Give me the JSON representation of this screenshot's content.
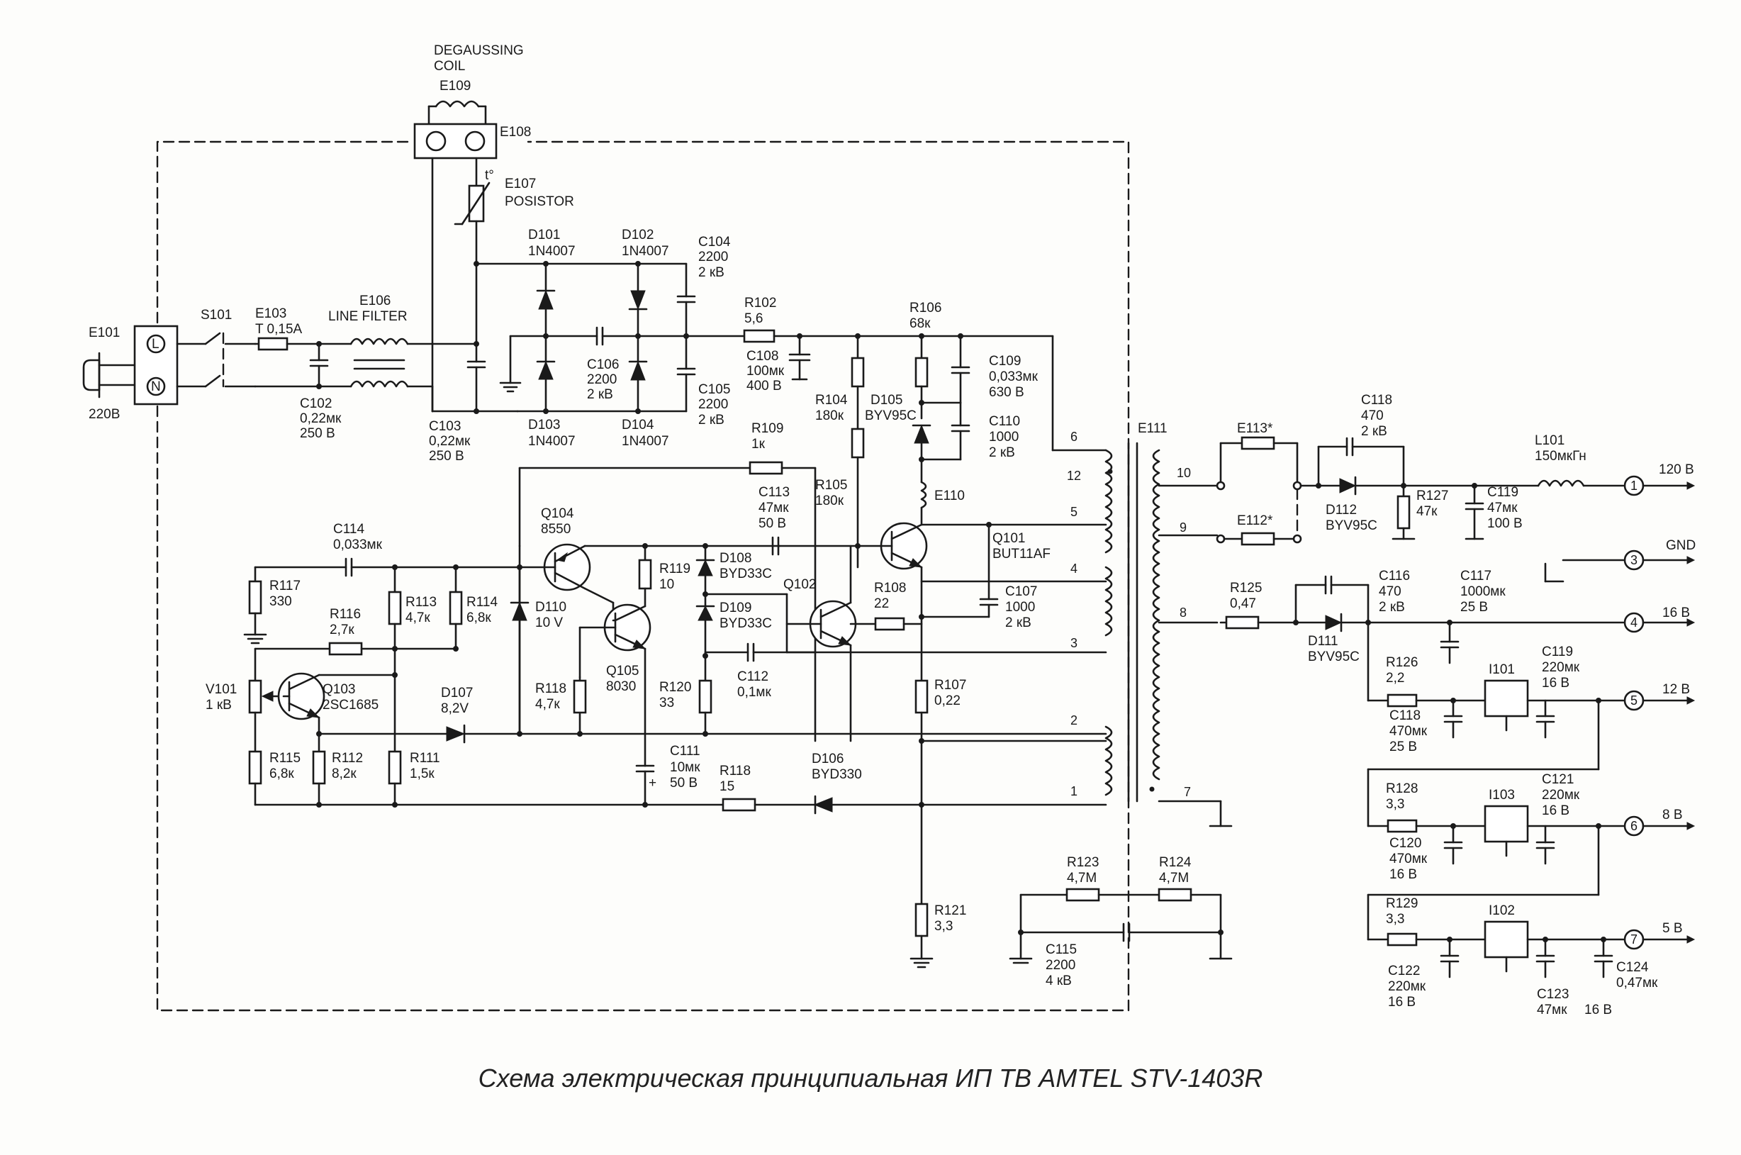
{
  "caption": "Схема электрическая принципиальная ИП ТВ AMTEL STV-1403R",
  "labels": {
    "degauss1": "DEGAUSSING",
    "degauss2": "COIL",
    "e109": "E109",
    "e108": "E108",
    "e107": "E107",
    "posistor": "POSISTOR",
    "t": "t°",
    "e101": "E101",
    "v220": "220В",
    "pinL": "L",
    "pinN": "N",
    "s101": "S101",
    "e103": "E103",
    "e103v": "T 0,15A",
    "e106": "E106",
    "e106v": "LINE FILTER",
    "c102": "C102",
    "c102v1": "0,22мк",
    "c102v2": "250 В",
    "c103": "C103",
    "c103v1": "0,22мк",
    "c103v2": "250 В",
    "d101": "D101",
    "d101v": "1N4007",
    "d102": "D102",
    "d102v": "1N4007",
    "d103": "D103",
    "d103v": "1N4007",
    "d104": "D104",
    "d104v": "1N4007",
    "c104": "C104",
    "c104v1": "2200",
    "c104v2": "2 кВ",
    "c105": "C105",
    "c105v1": "2200",
    "c105v2": "2 кВ",
    "c106": "C106",
    "c106v1": "2200",
    "c106v2": "2 кВ",
    "r102": "R102",
    "r102v": "5,6",
    "c108": "C108",
    "c108v1": "100мк",
    "c108v2": "400 В",
    "r106": "R106",
    "r106v": "68к",
    "c109": "C109",
    "c109v1": "0,033мк",
    "c109v2": "630 В",
    "r104": "R104",
    "r104v": "180к",
    "d105": "D105",
    "d105v": "BYV95C",
    "c110": "C110",
    "c110v1": "1000",
    "c110v2": "2 кВ",
    "r109": "R109",
    "r109v": "1к",
    "r105": "R105",
    "r105v": "180к",
    "c113": "C113",
    "c113v1": "47мк",
    "c113v2": "50 В",
    "e110": "E110",
    "q101": "Q101",
    "q101v": "BUT11AF",
    "q104": "Q104",
    "q104v": "8550",
    "c114": "C114",
    "c114v": "0,033мк",
    "r117": "R117",
    "r117v": "330",
    "r113": "R113",
    "r113v": "4,7к",
    "r114": "R114",
    "r114v": "6,8к",
    "d110": "D110",
    "d110v": "10 V",
    "r119": "R119",
    "r119v": "10",
    "d108": "D108",
    "d108v": "BYD33C",
    "d109": "D109",
    "d109v": "BYD33C",
    "q102": "Q102",
    "r108": "R108",
    "r108v": "22",
    "c107": "C107",
    "c107v1": "1000",
    "c107v2": "2 кВ",
    "r116": "R116",
    "r116v": "2,7к",
    "v101": "V101",
    "v101v": "1 кВ",
    "q103": "Q103",
    "q103v": "2SC1685",
    "d107": "D107",
    "d107v": "8,2V",
    "q105": "Q105",
    "q105v": "8030",
    "r118a": "R118",
    "r118av": "4,7к",
    "r120": "R120",
    "r120v": "33",
    "c112": "C112",
    "c112v": "0,1мк",
    "r107": "R107",
    "r107v": "0,22",
    "r115": "R115",
    "r115v": "6,8к",
    "r112": "R112",
    "r112v": "8,2к",
    "r111": "R111",
    "r111v": "1,5к",
    "c111": "C111",
    "c111v1": "10мк",
    "c111v2": "50 В",
    "r118b": "R118",
    "r118bv": "15",
    "d106": "D106",
    "d106v": "BYD330",
    "r121": "R121",
    "r121v": "3,3",
    "r123": "R123",
    "r123v": "4,7M",
    "r124": "R124",
    "r124v": "4,7M",
    "c115": "C115",
    "c115v1": "2200",
    "c115v2": "4 кВ",
    "e111": "E111",
    "e113": "E113*",
    "e112": "E112*",
    "c118a": "C118",
    "c118av": "470",
    "c118av2": "2 кВ",
    "d112": "D112",
    "d112v": "BYV95C",
    "r127": "R127",
    "r127v": "47к",
    "c119a": "C119",
    "c119av1": "47мк",
    "c119av2": "100 В",
    "l101": "L101",
    "l101v": "150мкГн",
    "r125": "R125",
    "r125v": "0,47",
    "c116": "C116",
    "c116v1": "470",
    "c116v2": "2 кВ",
    "c117": "C117",
    "c117v1": "1000мк",
    "c117v2": "25 В",
    "d111": "D111",
    "d111v": "BYV95C",
    "r126": "R126",
    "r126v": "2,2",
    "i101": "I101",
    "c119b": "C119",
    "c119bv1": "220мк",
    "c119bv2": "16 В",
    "c118b": "C118",
    "c118bv1": "470мк",
    "c118bv2": "25 В",
    "r128": "R128",
    "r128v": "3,3",
    "i103": "I103",
    "c121": "C121",
    "c121v1": "220мк",
    "c121v2": "16 В",
    "c120": "C120",
    "c120v1": "470мк",
    "c120v2": "16 В",
    "r129": "R129",
    "r129v": "3,3",
    "i102": "I102",
    "c122": "C122",
    "c122v1": "220мк",
    "c122v2": "16 В",
    "c123": "C123",
    "c123v1": "47мк",
    "c123v2": "16 В",
    "c124": "C124",
    "c124v": "0,47мк",
    "pin1": "1",
    "pin2": "2",
    "pin3": "3",
    "pin4": "4",
    "pin5": "5",
    "pin6": "6",
    "pin7": "7",
    "pin8": "8",
    "pin9": "9",
    "pin10": "10",
    "pin12": "12"
  },
  "outputs": [
    {
      "pin": "1",
      "label": "120 В"
    },
    {
      "pin": "3",
      "label": "GND"
    },
    {
      "pin": "4",
      "label": "16 В"
    },
    {
      "pin": "5",
      "label": "12 В"
    },
    {
      "pin": "6",
      "label": "8 В"
    },
    {
      "pin": "7",
      "label": "5 В"
    }
  ]
}
